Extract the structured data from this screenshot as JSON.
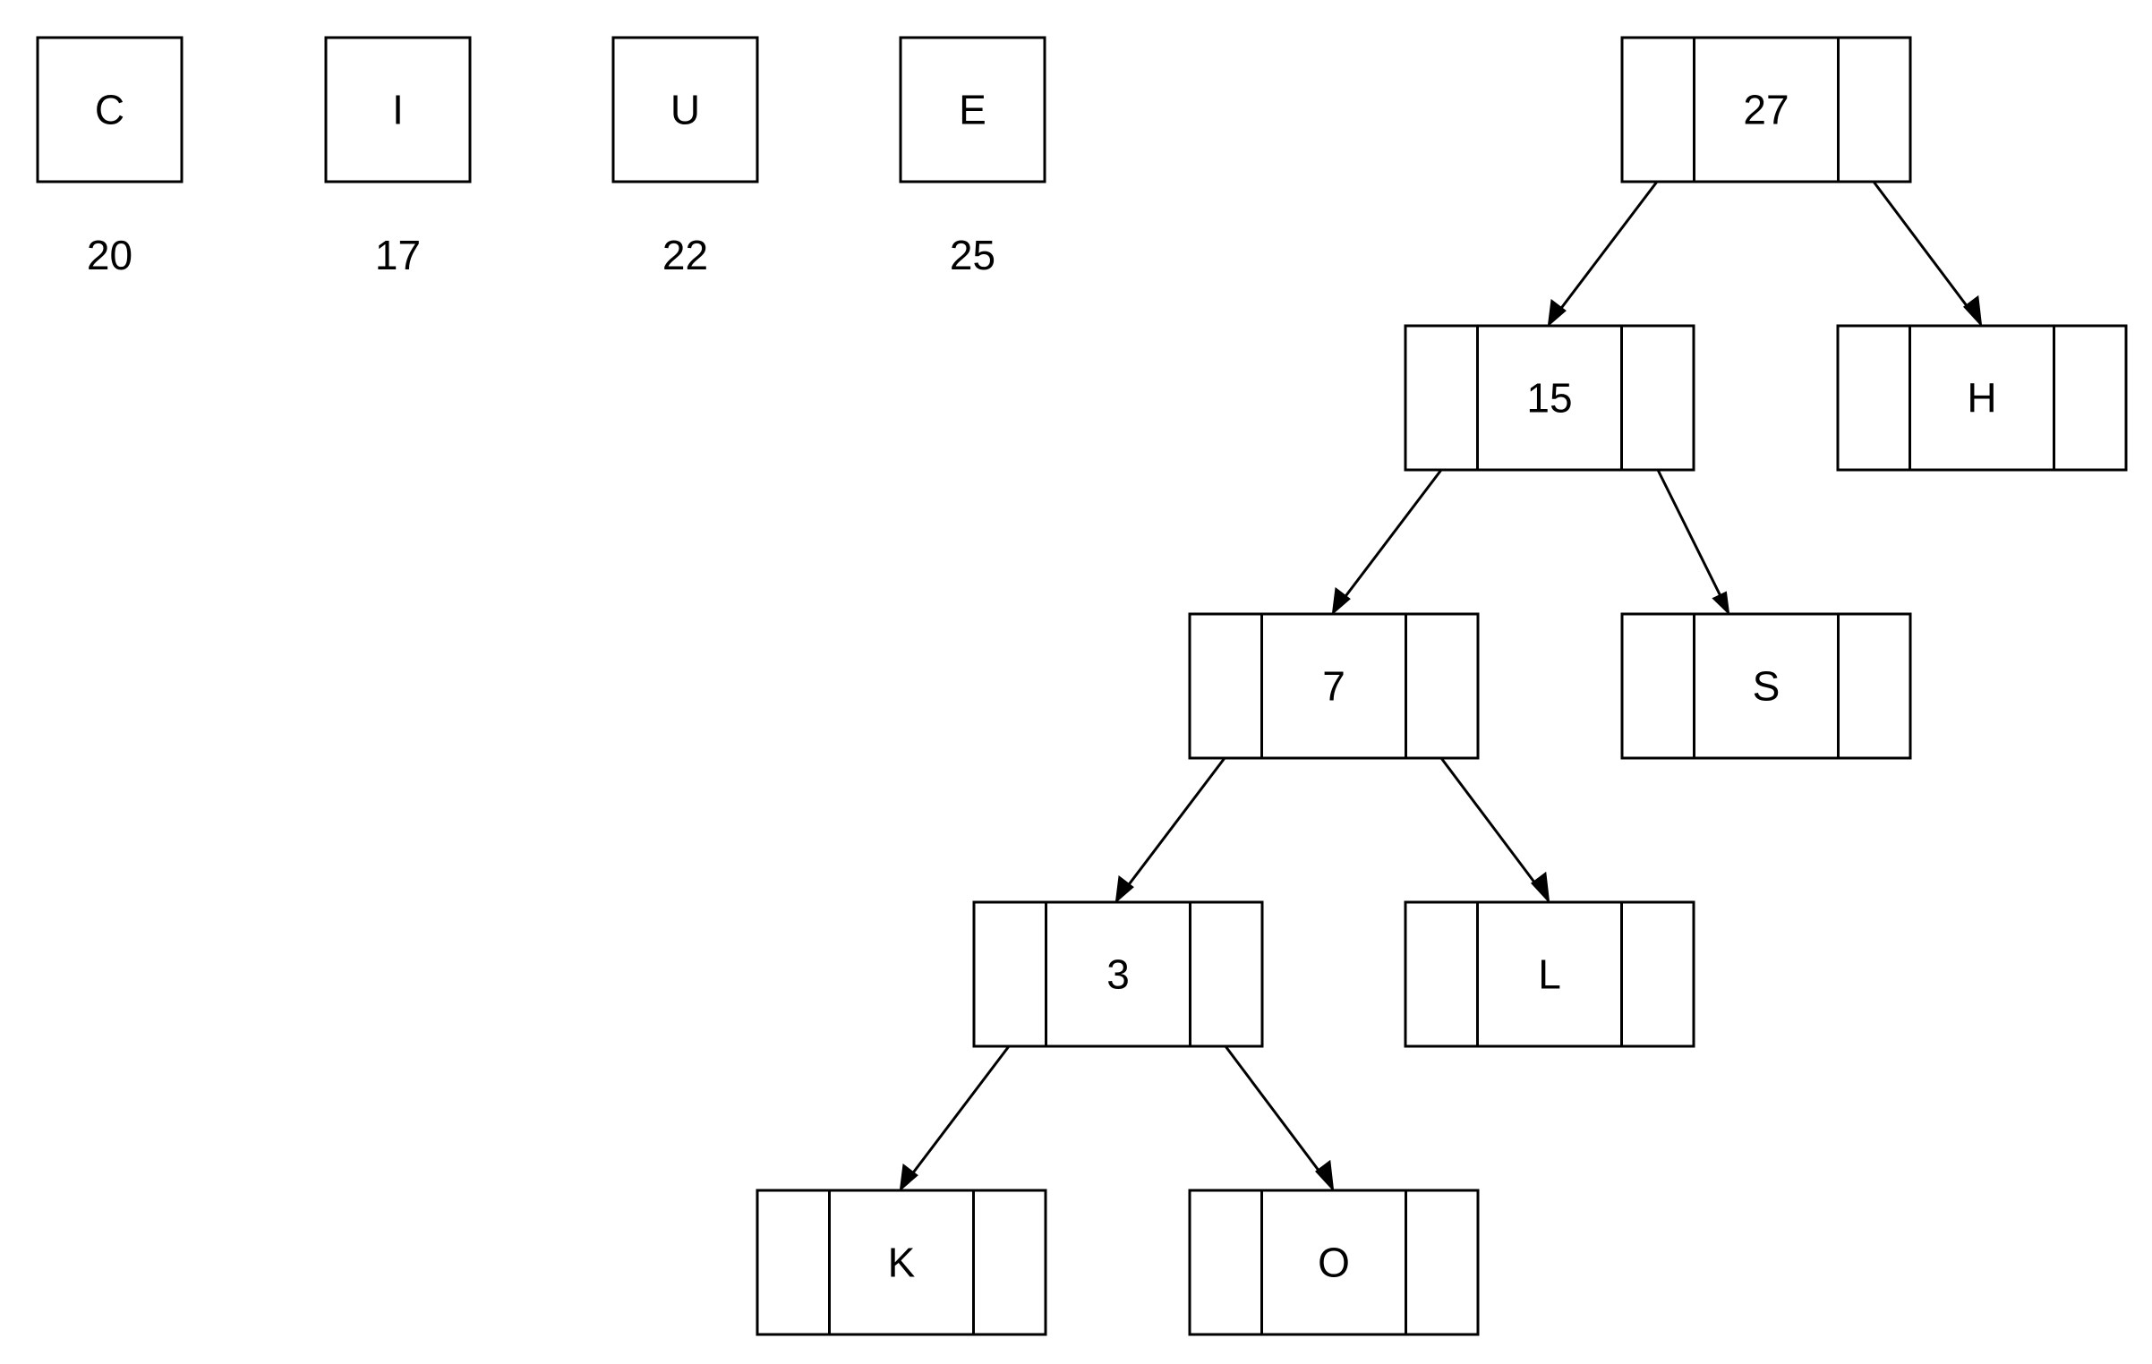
{
  "queue": [
    {
      "symbol": "C",
      "weight": "20"
    },
    {
      "symbol": "I",
      "weight": "17"
    },
    {
      "symbol": "U",
      "weight": "22"
    },
    {
      "symbol": "E",
      "weight": "25"
    }
  ],
  "tree": {
    "nodes": [
      {
        "id": "n27",
        "label": "27"
      },
      {
        "id": "n15",
        "label": "15"
      },
      {
        "id": "nH",
        "label": "H"
      },
      {
        "id": "n7",
        "label": "7"
      },
      {
        "id": "nS",
        "label": "S"
      },
      {
        "id": "n3",
        "label": "3"
      },
      {
        "id": "nL",
        "label": "L"
      },
      {
        "id": "nK",
        "label": "K"
      },
      {
        "id": "nO",
        "label": "O"
      }
    ],
    "edges": [
      {
        "from": "n27",
        "to": "n15"
      },
      {
        "from": "n27",
        "to": "nH"
      },
      {
        "from": "n15",
        "to": "n7"
      },
      {
        "from": "n15",
        "to": "nS"
      },
      {
        "from": "n7",
        "to": "n3"
      },
      {
        "from": "n7",
        "to": "nL"
      },
      {
        "from": "n3",
        "to": "nK"
      },
      {
        "from": "n3",
        "to": "nO"
      }
    ]
  }
}
